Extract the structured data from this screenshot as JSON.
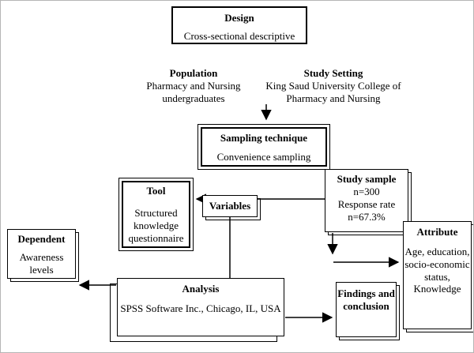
{
  "colors": {
    "line": "#000000",
    "background": "#ffffff",
    "box_fill": "#ffffff"
  },
  "boxes": {
    "design": {
      "title": "Design",
      "body": "Cross-sectional descriptive"
    },
    "population": {
      "title": "Population",
      "body": "Pharmacy and Nursing undergraduates"
    },
    "study_setting": {
      "title": "Study Setting",
      "body": "King Saud University College of Pharmacy and Nursing"
    },
    "sampling_technique": {
      "title": "Sampling technique",
      "body": "Convenience sampling"
    },
    "study_sample": {
      "title": "Study sample",
      "body": "n=300\nResponse rate\nn=67.3%"
    },
    "tool": {
      "title": "Tool",
      "body": "Structured knowledge questionnaire"
    },
    "variables": {
      "title": "Variables"
    },
    "dependent": {
      "title": "Dependent",
      "body": "Awareness levels"
    },
    "attribute": {
      "title": "Attribute",
      "body": "Age, education, socio-economic status, Knowledge"
    },
    "analysis": {
      "title": "Analysis",
      "body": "SPSS Software Inc., Chicago, IL, USA"
    },
    "findings": {
      "title": "Findings and conclusion"
    }
  }
}
